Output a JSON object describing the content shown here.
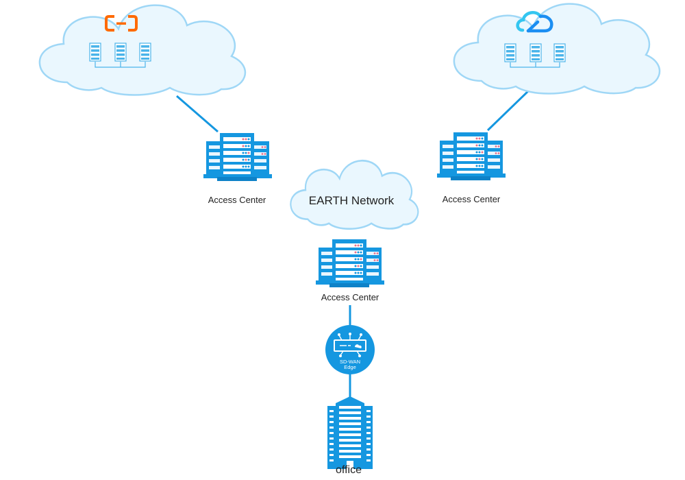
{
  "colors": {
    "primary": "#1597e0",
    "light": "#7ed0f5",
    "cloud_fill": "#eaf7fe",
    "cloud_stroke": "#9fd7f6",
    "accent_pink": "#e8708a",
    "alibaba_orange": "#ff6a00",
    "tencent_blue": "#1b8ef2",
    "tencent_cyan": "#34c6f0"
  },
  "labels": {
    "access_center_left": "Access Center",
    "access_center_right": "Access Center",
    "access_center_center": "Access Center",
    "network": "EARTH Network",
    "edge_line1": "SD-WAN",
    "edge_line2": "Edge",
    "office": "office"
  },
  "icons": {
    "cloud_left_logo": "alibaba-cloud-logo",
    "cloud_right_logo": "tencent-cloud-logo",
    "server": "server-rack-icon",
    "edge": "sd-wan-edge-icon",
    "building": "office-building-icon"
  }
}
